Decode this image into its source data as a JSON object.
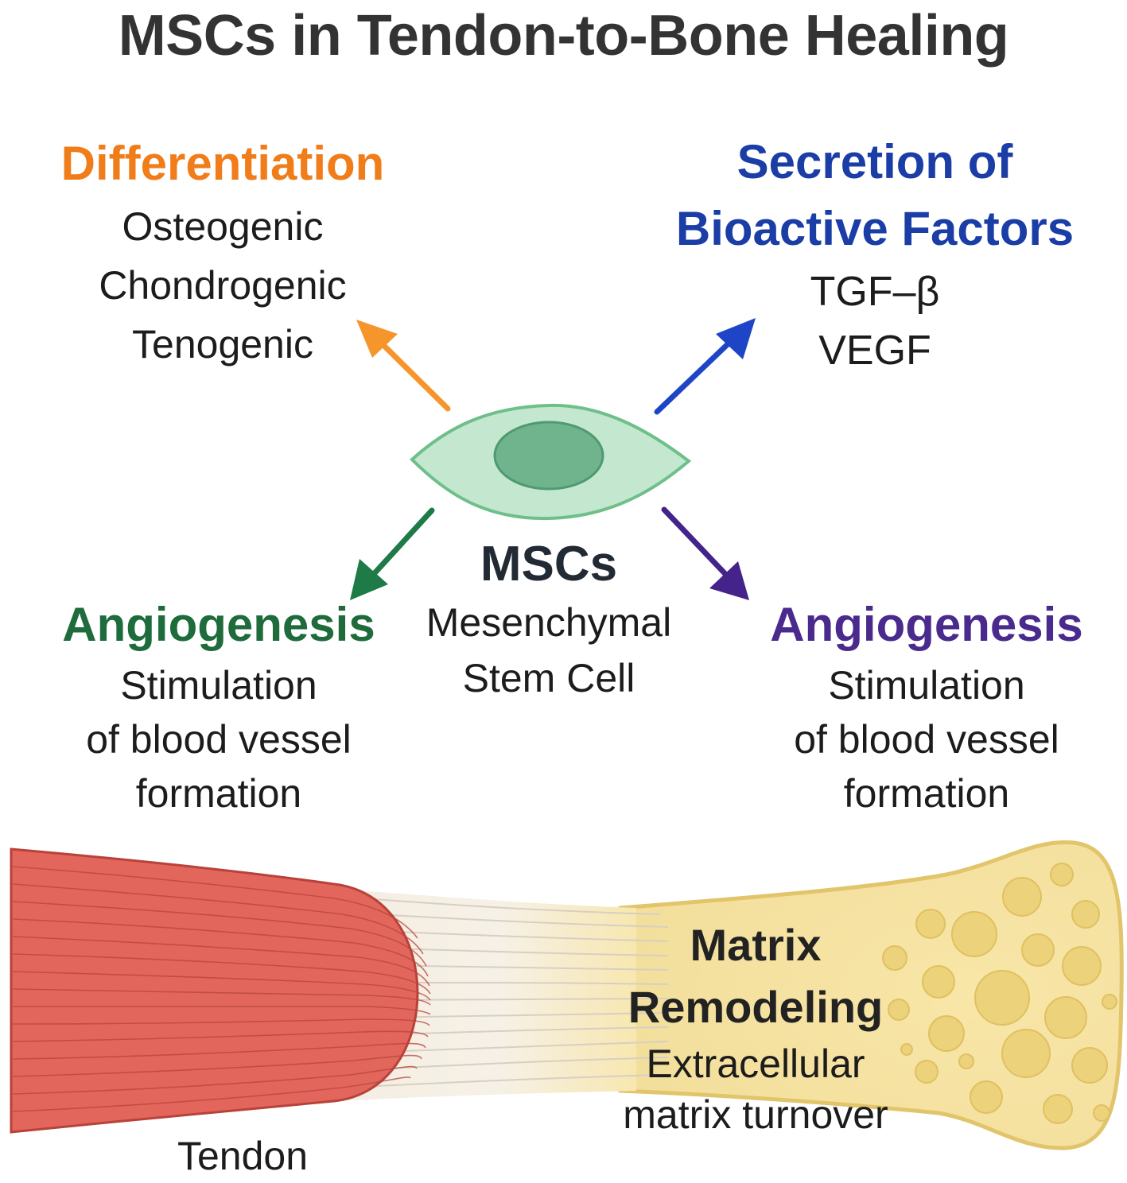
{
  "title": "MSCs in Tendon-to-Bone Healing",
  "center": {
    "label": "MSCs",
    "description_lines": [
      "Mesenchymal",
      "Stem Cell"
    ]
  },
  "differentiation": {
    "heading": "Differentiation",
    "items": [
      "Osteogenic",
      "Chondrogenic",
      "Tenogenic"
    ]
  },
  "secretion": {
    "heading_lines": [
      "Secretion of",
      "Bioactive Factors"
    ],
    "items": [
      "TGF–β",
      "VEGF"
    ]
  },
  "angiogenesis_left": {
    "heading": "Angiogenesis",
    "description_lines": [
      "Stimulation",
      "of blood vessel",
      "formation"
    ]
  },
  "angiogenesis_right": {
    "heading": "Angiogenesis",
    "description_lines": [
      "Stimulation",
      "of blood vessel",
      "formation"
    ]
  },
  "matrix": {
    "heading_lines": [
      "Matrix",
      "Remodeling"
    ],
    "description_lines": [
      "Extracellular",
      "matrix turnover"
    ]
  },
  "tendon_label": "Tendon",
  "colors": {
    "title": "#333333",
    "differentiation": "#f07d1a",
    "secretion": "#1a3da6",
    "angiogenesis_left": "#1e6b3c",
    "angiogenesis_right": "#4a2a8c",
    "cell_body": "#c2e6cd",
    "cell_nucleus": "#6fb48c",
    "tendon": "#e06158",
    "bone": "#f5e3a6"
  }
}
